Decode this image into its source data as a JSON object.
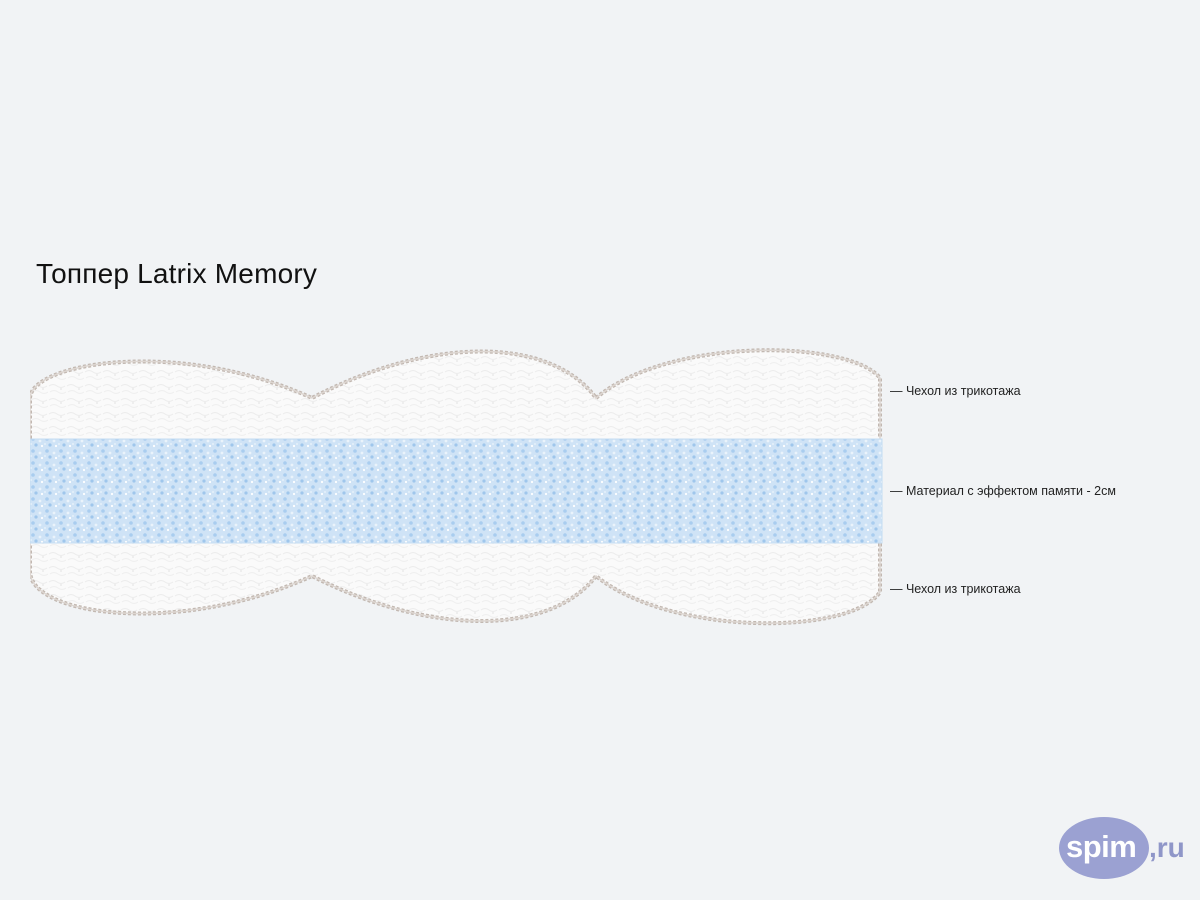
{
  "title": "Топпер Latrix Memory",
  "layers": [
    {
      "label": "— Чехол из трикотажа"
    },
    {
      "label": "— Материал с эффектом памяти - 2см"
    },
    {
      "label": "— Чехол из трикотажа"
    }
  ],
  "logo": {
    "text": "spim",
    "tld": ",ru"
  },
  "colors": {
    "background": "#f1f3f5",
    "cover": "#fbfbfb",
    "cover_seam": "#b8aea8",
    "memory_foam": "#cfe3f6",
    "logo_badge": "#9ba1d2"
  }
}
